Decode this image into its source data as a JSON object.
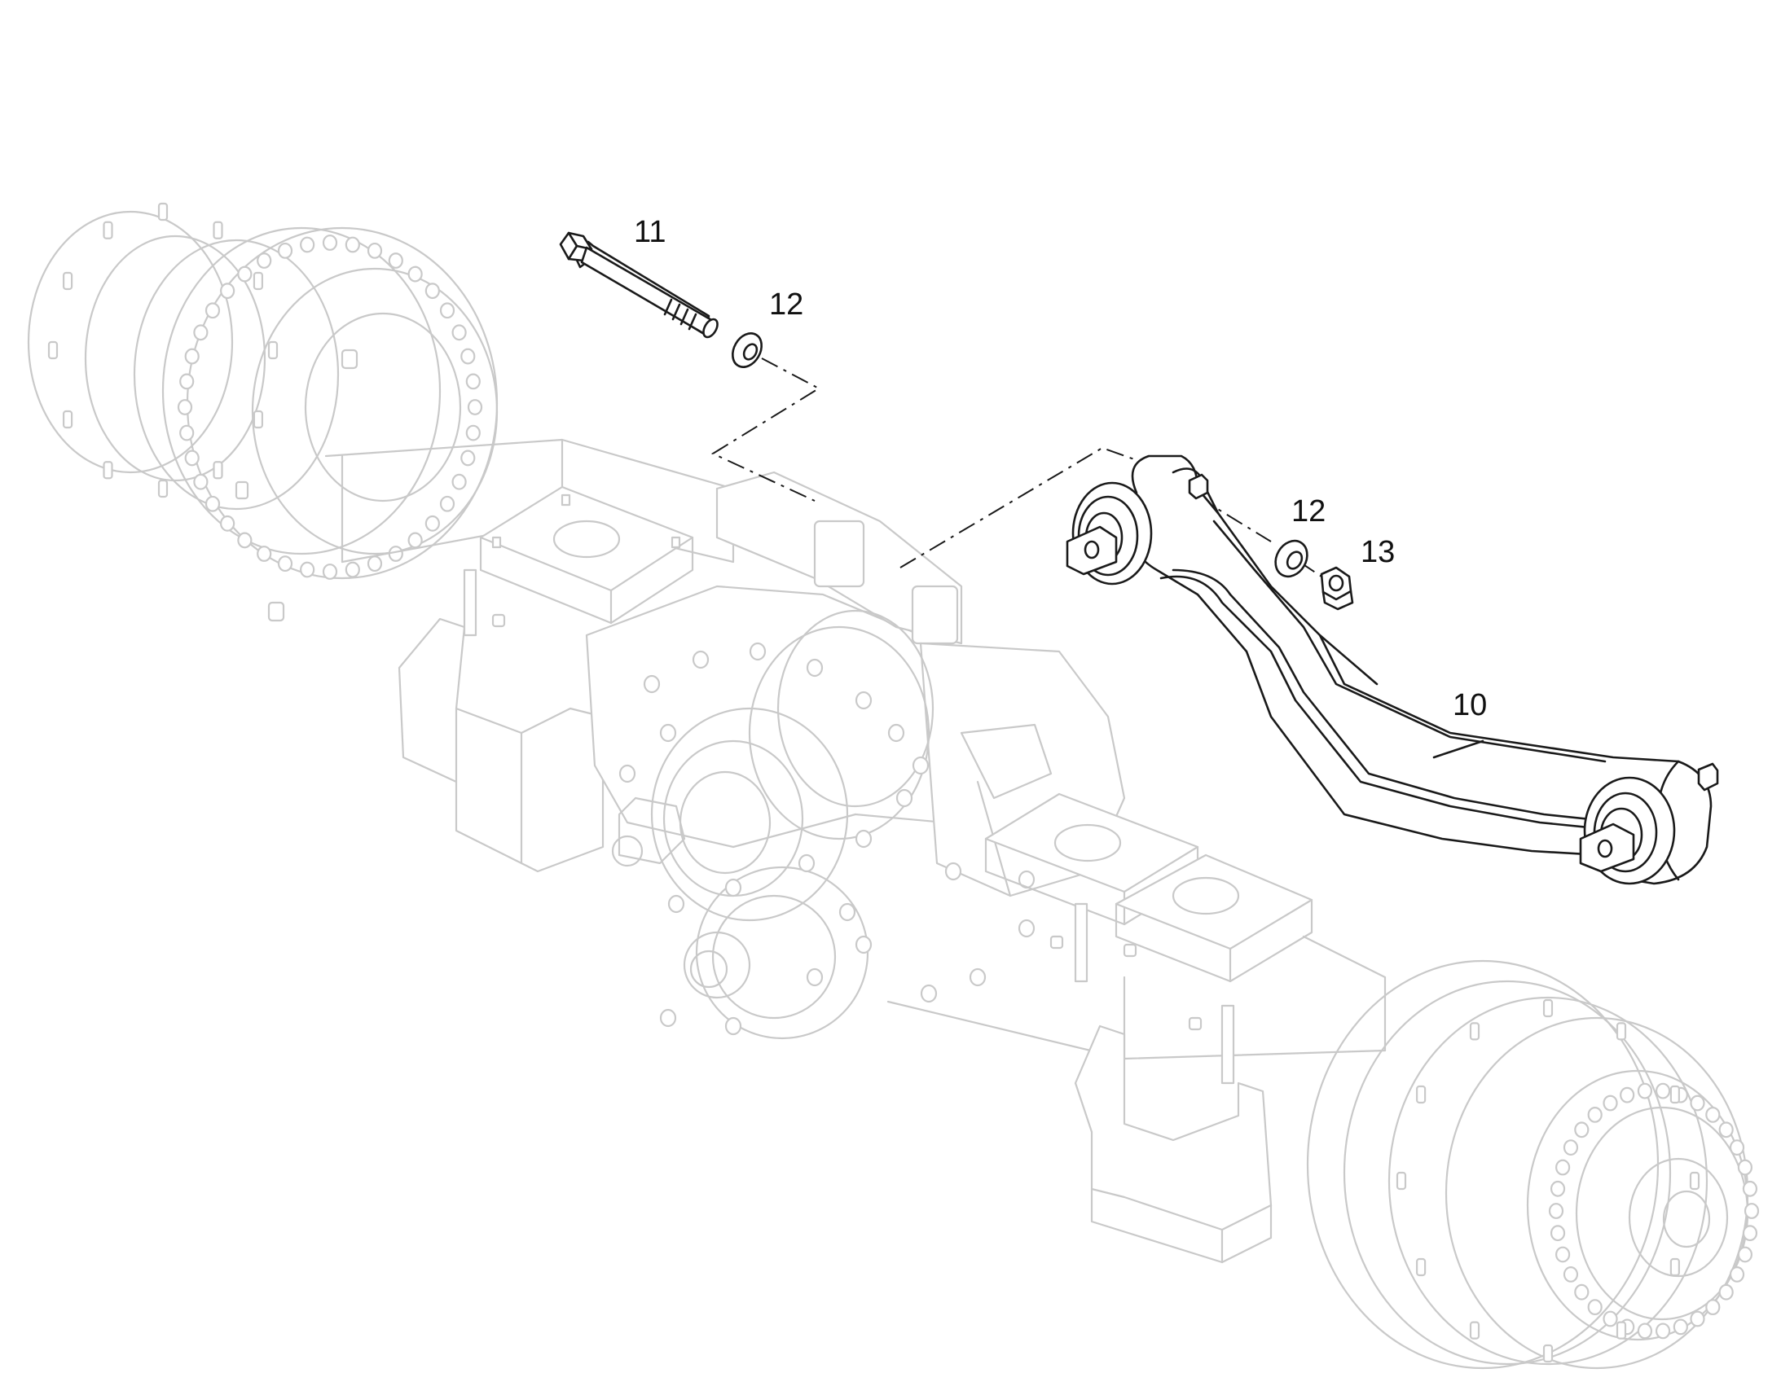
{
  "callouts": {
    "bolt": "11",
    "washer_upper": "12",
    "washer_lower": "12",
    "nut": "13",
    "torque_rod": "10"
  },
  "colors": {
    "background": "#ffffff",
    "highlighted_part": "#1a1a1a",
    "context_assembly": "#c9c9c9"
  }
}
